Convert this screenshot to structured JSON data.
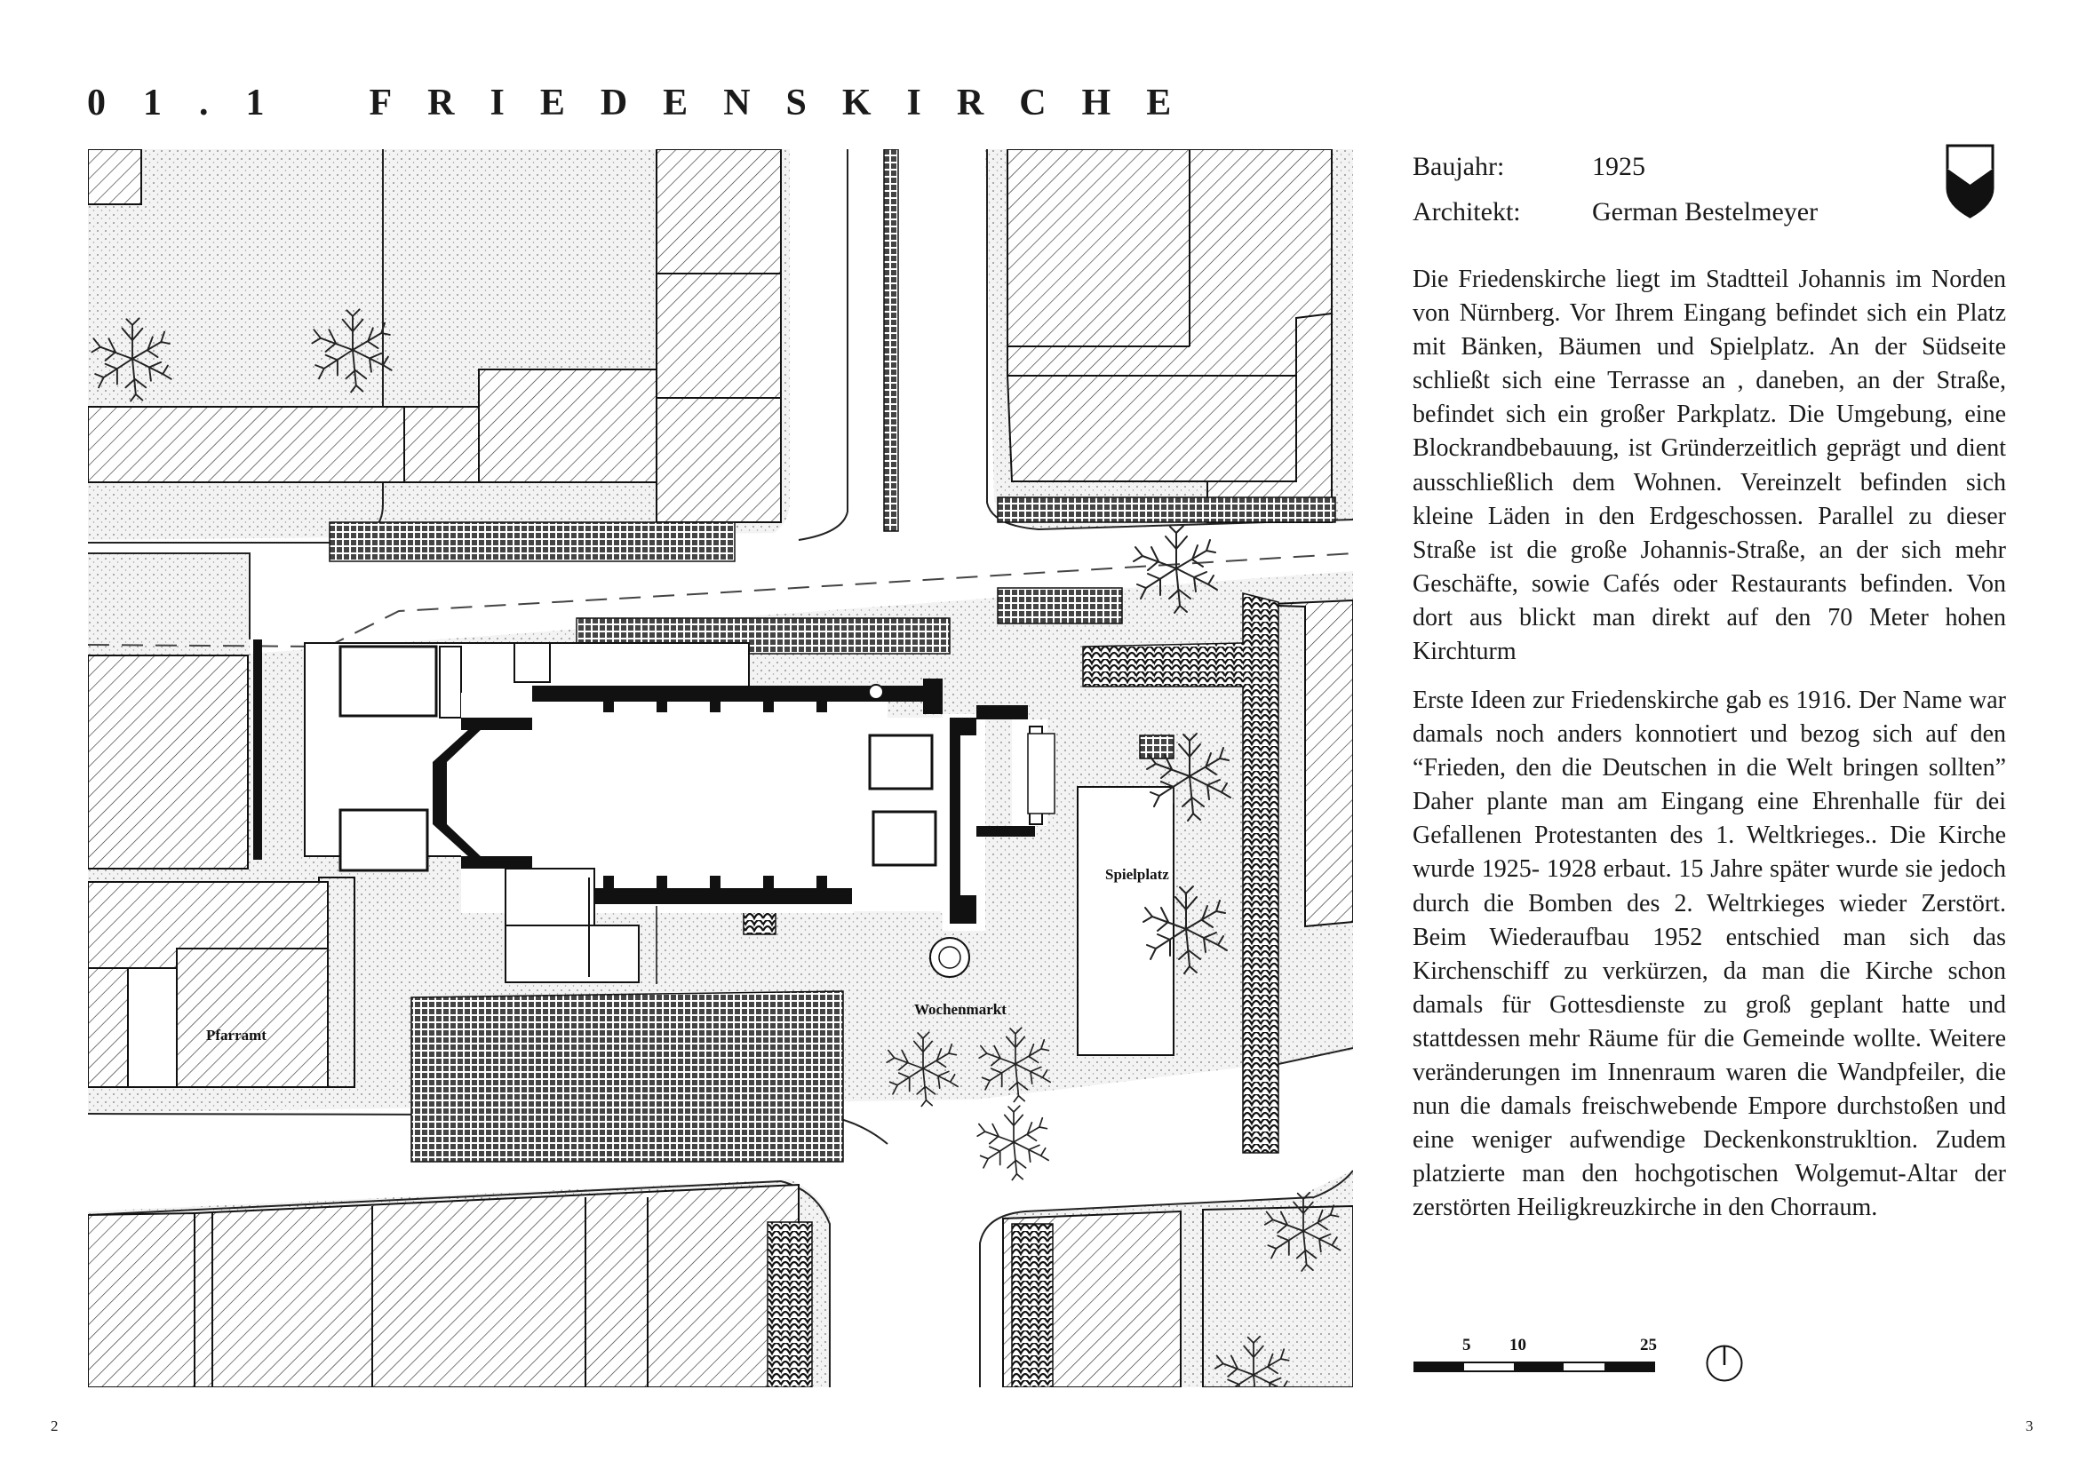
{
  "header": {
    "number": "01.1",
    "title": "FRIEDENSKIRCHE"
  },
  "plan": {
    "labels": {
      "pfarramt": "Pfarramt",
      "wochenmarkt": "Wochenmarkt",
      "spielplatz": "Spielplatz"
    }
  },
  "info": {
    "baujahr_label": "Baujahr:",
    "baujahr_value": "1925",
    "architekt_label": "Architekt:",
    "architekt_value": "German Bestelmeyer",
    "paragraph1": "Die Friedenskirche liegt im Stadtteil Johannis im Norden von Nürnberg. Vor Ihrem Eingang befindet sich ein Platz mit Bänken, Bäumen und Spielplatz. An der Südseite schließt sich eine Terrasse an , daneben, an der Straße, befindet sich ein großer Parkplatz. Die Umgebung, eine Blockrandbebauung, ist Gründerzeitlich geprägt und dient ausschließlich dem Wohnen. Vereinzelt befinden sich kleine Läden in den Erdgeschossen. Parallel zu dieser Straße ist die große Johannis-Straße, an der sich mehr Geschäfte, sowie Cafés oder Restaurants befinden. Von dort aus blickt man direkt auf den 70 Meter hohen Kirchturm",
    "paragraph2": "Erste Ideen zur Friedenskirche gab es 1916. Der Name war damals noch anders konnotiert und bezog sich auf den “Frieden, den die Deutschen in die Welt bringen sollten” Daher plante man am Eingang eine Ehrenhalle für dei Gefallenen Protestanten des 1. Weltkrieges.. Die Kirche wurde 1925- 1928 erbaut. 15 Jahre später wurde sie jedoch durch die Bomben des 2. Weltrkieges wieder Zerstört. Beim Wiederaufbau 1952 entschied man sich das Kirchenschiff zu verkürzen, da man die Kirche schon damals für Gottesdienste zu groß geplant hatte und stattdessen mehr Räume für die Gemeinde wollte. Weitere veränderungen im Innenraum waren die Wandpfeiler, die nun die damals freischwebende Empore durchstoßen und eine weniger aufwendige Deckenkonstrukltion. Zudem platzierte man den hochgotischen Wolgemut-Altar der zerstörten Heiligkreuzkirche in den Chorraum."
  },
  "scale_bar": {
    "labels": [
      "5",
      "10",
      "25"
    ]
  },
  "page_numbers": {
    "left": "2",
    "right": "3"
  },
  "colors": {
    "ink": "#1a1a1a",
    "paper": "#ffffff",
    "pavement": "#f1f1f1"
  },
  "icons": {
    "coat_of_arms": "shield-icon",
    "north": "north-arrow-icon"
  }
}
